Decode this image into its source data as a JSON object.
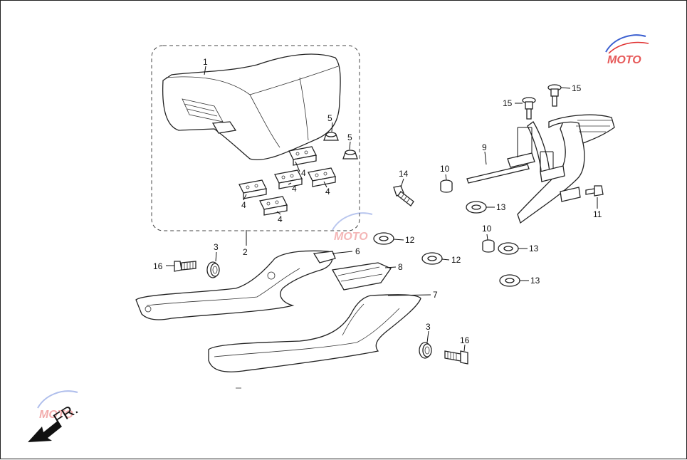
{
  "direction_label": "FR.",
  "callouts": [
    {
      "id": "c1",
      "label": "1"
    },
    {
      "id": "c2",
      "label": "2"
    },
    {
      "id": "c3a",
      "label": "3"
    },
    {
      "id": "c3b",
      "label": "3"
    },
    {
      "id": "c4a",
      "label": "4"
    },
    {
      "id": "c4b",
      "label": "4"
    },
    {
      "id": "c4c",
      "label": "4"
    },
    {
      "id": "c4d",
      "label": "4"
    },
    {
      "id": "c4e",
      "label": "4"
    },
    {
      "id": "c5a",
      "label": "5"
    },
    {
      "id": "c5b",
      "label": "5"
    },
    {
      "id": "c6",
      "label": "6"
    },
    {
      "id": "c7",
      "label": "7"
    },
    {
      "id": "c8",
      "label": "8"
    },
    {
      "id": "c9",
      "label": "9"
    },
    {
      "id": "c10a",
      "label": "10"
    },
    {
      "id": "c10b",
      "label": "10"
    },
    {
      "id": "c11",
      "label": "11"
    },
    {
      "id": "c12a",
      "label": "12"
    },
    {
      "id": "c12b",
      "label": "12"
    },
    {
      "id": "c13a",
      "label": "13"
    },
    {
      "id": "c13b",
      "label": "13"
    },
    {
      "id": "c13c",
      "label": "13"
    },
    {
      "id": "c14",
      "label": "14"
    },
    {
      "id": "c15a",
      "label": "15"
    },
    {
      "id": "c15b",
      "label": "15"
    },
    {
      "id": "c16a",
      "label": "16"
    },
    {
      "id": "c16b",
      "label": "16"
    }
  ],
  "watermark": "MOTO",
  "colors": {
    "line": "#222222",
    "watermark_blue": "#3a5fd0",
    "watermark_red": "#e03030"
  }
}
